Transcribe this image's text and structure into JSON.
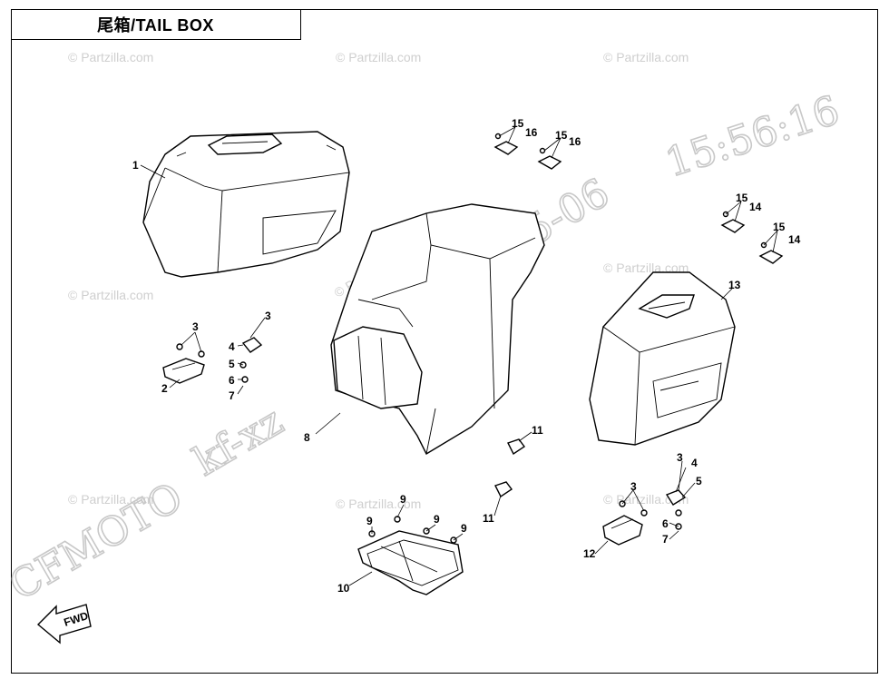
{
  "title": "尾箱/TAIL BOX",
  "fwd_label": "FWD",
  "watermarks": {
    "partzilla": "© Partzilla.com",
    "code_fragment": "kf-xz",
    "date_fragment": "15-06",
    "time": "15:56:16",
    "brand": "CFMOTO"
  },
  "callouts": {
    "c1": "1",
    "c2": "2",
    "c3a": "3",
    "c3b": "3",
    "c3c": "3",
    "c3d": "3",
    "c4a": "4",
    "c4b": "4",
    "c5a": "5",
    "c5b": "5",
    "c6a": "6",
    "c6b": "6",
    "c7a": "7",
    "c7b": "7",
    "c8": "8",
    "c9a": "9",
    "c9b": "9",
    "c9c": "9",
    "c9d": "9",
    "c10": "10",
    "c11a": "11",
    "c11b": "11",
    "c12": "12",
    "c13": "13",
    "c14a": "14",
    "c14b": "14",
    "c15a": "15",
    "c15b": "15",
    "c15c": "15",
    "c15d": "15",
    "c16a": "16",
    "c16b": "16"
  }
}
